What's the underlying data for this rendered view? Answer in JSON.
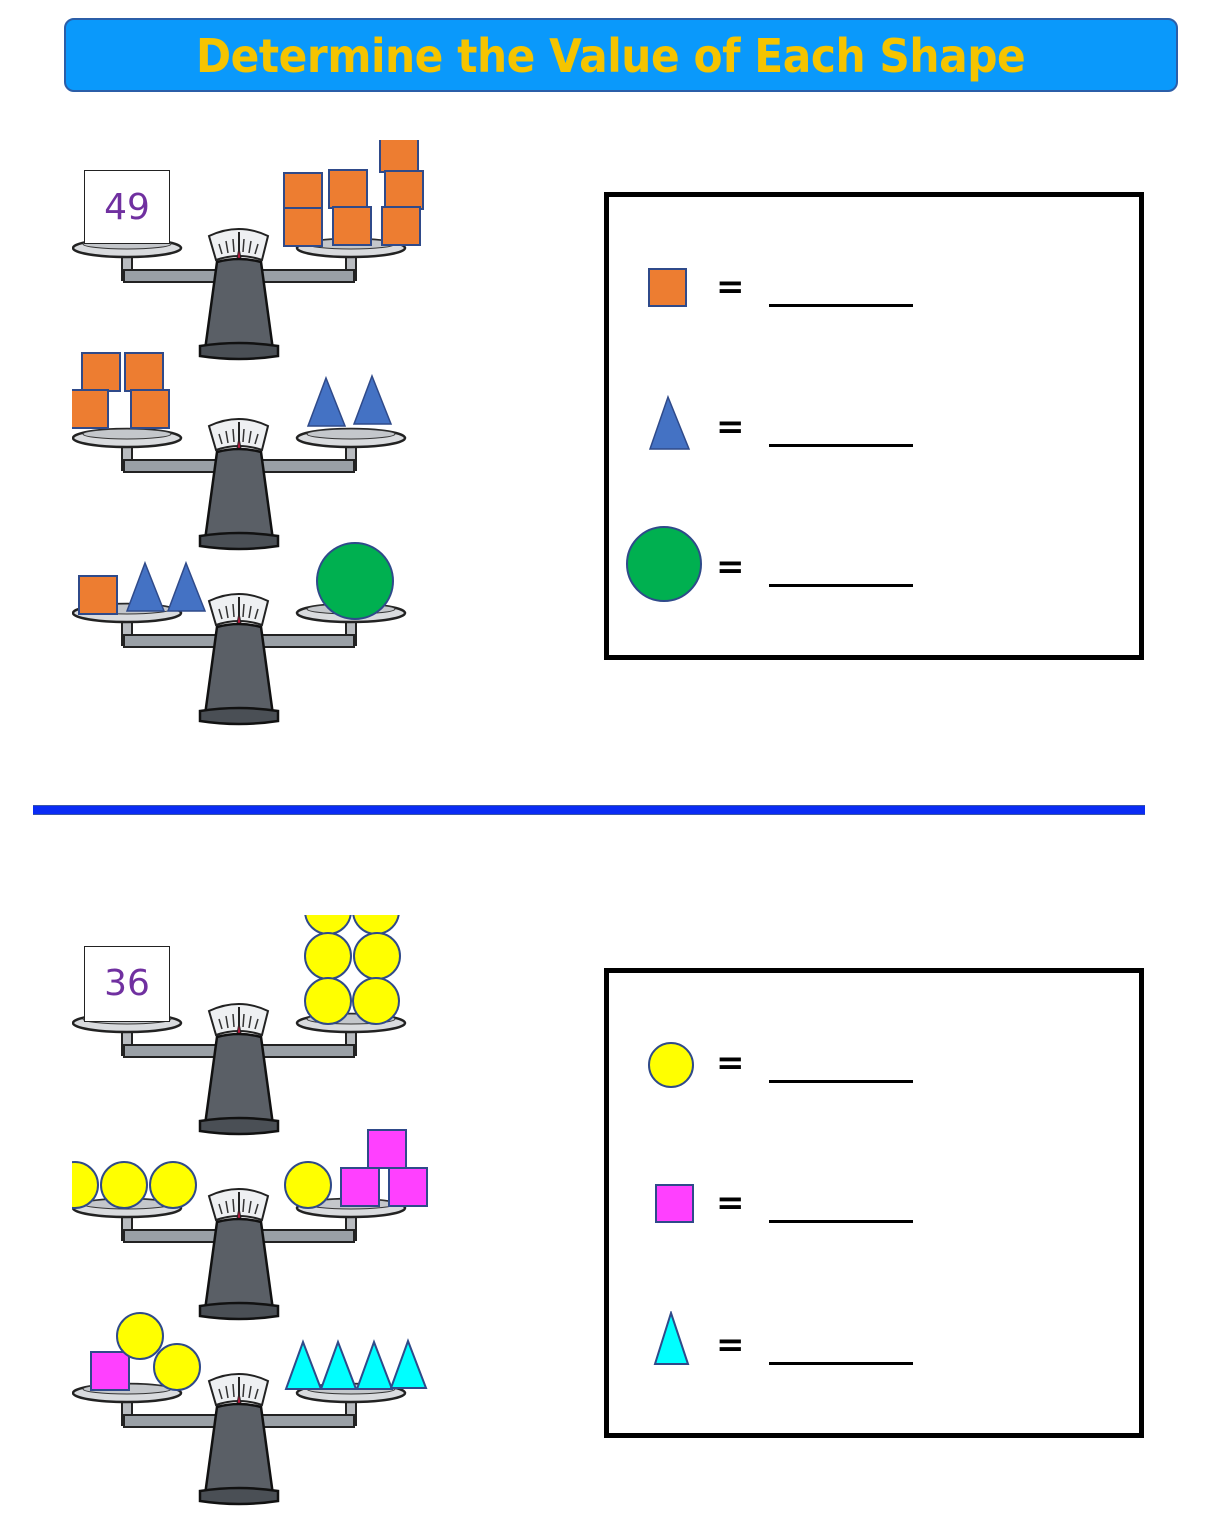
{
  "header": {
    "title": "Determine the Value of Each Shape"
  },
  "colors": {
    "title_bg": "#0a99fb",
    "title_text": "#f5c400",
    "divider": "#0a2cf5",
    "orange_square": "#ed7d31",
    "blue_triangle": "#4472c4",
    "green_circle": "#00b050",
    "yellow_circle": "#ffff00",
    "magenta_square": "#ff40ff",
    "cyan_triangle": "#00ffff",
    "number_text": "#7030a0"
  },
  "puzzles": [
    {
      "scales": [
        {
          "left": "49 (number card)",
          "right": "7 orange squares"
        },
        {
          "left": "4 orange squares",
          "right": "2 blue triangles"
        },
        {
          "left": "1 orange square + 2 blue triangles",
          "right": "1 green circle"
        }
      ],
      "number_card": "49",
      "answers": [
        {
          "shape": "orange-square",
          "equals": "=",
          "value": ""
        },
        {
          "shape": "blue-triangle",
          "equals": "=",
          "value": ""
        },
        {
          "shape": "green-circle",
          "equals": "=",
          "value": ""
        }
      ]
    },
    {
      "scales": [
        {
          "left": "36 (number card)",
          "right": "6 yellow circles"
        },
        {
          "left": "3 yellow circles",
          "right": "1 yellow circle + 3 magenta squares"
        },
        {
          "left": "1 magenta square + 2 yellow circles",
          "right": "4 cyan triangles"
        }
      ],
      "number_card": "36",
      "answers": [
        {
          "shape": "yellow-circle",
          "equals": "=",
          "value": ""
        },
        {
          "shape": "magenta-square",
          "equals": "=",
          "value": ""
        },
        {
          "shape": "cyan-triangle",
          "equals": "=",
          "value": ""
        }
      ]
    }
  ]
}
